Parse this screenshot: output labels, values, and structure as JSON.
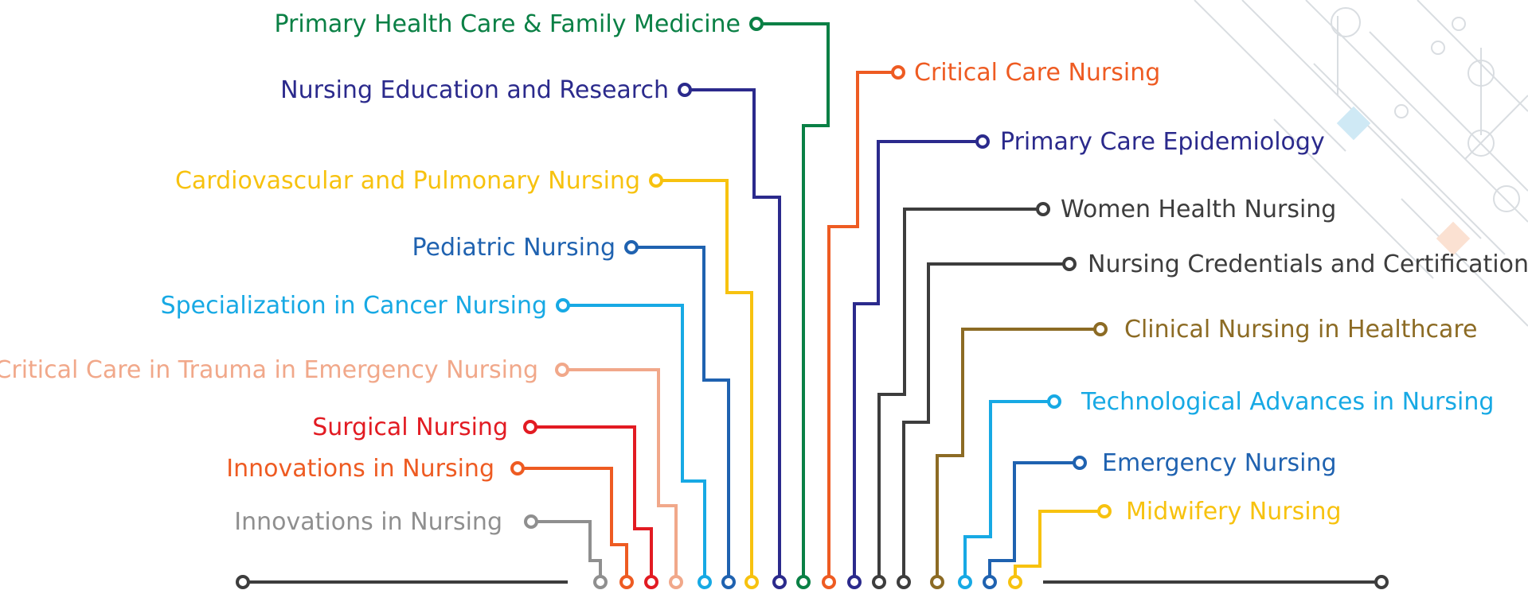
{
  "topics_left": [
    {
      "id": "primary-health-care",
      "label": "Primary Health Care & Family Medicine",
      "color": "#0a8045"
    },
    {
      "id": "nursing-education",
      "label": "Nursing Education and Research",
      "color": "#2b2a8c"
    },
    {
      "id": "cardiovascular",
      "label": "Cardiovascular and Pulmonary Nursing",
      "color": "#f7c20f"
    },
    {
      "id": "pediatric",
      "label": "Pediatric Nursing",
      "color": "#1f62b0"
    },
    {
      "id": "cancer",
      "label": "Specialization in Cancer Nursing",
      "color": "#17a9e4"
    },
    {
      "id": "trauma",
      "label": "Critical Care in Trauma in Emergency Nursing",
      "color": "#f1a88a"
    },
    {
      "id": "surgical",
      "label": "Surgical Nursing",
      "color": "#e21b22"
    },
    {
      "id": "innovations-orange",
      "label": "Innovations in Nursing",
      "color": "#ee5b22"
    },
    {
      "id": "innovations-gray",
      "label": "Innovations in Nursing",
      "color": "#8f8f8f"
    }
  ],
  "topics_right": [
    {
      "id": "critical-care",
      "label": "Critical Care Nursing",
      "color": "#ee5b22"
    },
    {
      "id": "epidemiology",
      "label": "Primary Care Epidemiology",
      "color": "#2b2a8c"
    },
    {
      "id": "women-health",
      "label": "Women Health Nursing",
      "color": "#3d3d3d"
    },
    {
      "id": "credentials",
      "label": "Nursing Credentials and Certifications",
      "color": "#3d3d3d"
    },
    {
      "id": "clinical",
      "label": "Clinical Nursing in Healthcare",
      "color": "#8c6b24"
    },
    {
      "id": "technological",
      "label": "Technological Advances in Nursing",
      "color": "#17a9e4"
    },
    {
      "id": "emergency",
      "label": "Emergency Nursing",
      "color": "#1f62b0"
    },
    {
      "id": "midwifery",
      "label": "Midwifery Nursing",
      "color": "#f7c20f"
    }
  ],
  "baseline_color": "#3d3d3d",
  "background_pattern_color": "#d9dde1"
}
